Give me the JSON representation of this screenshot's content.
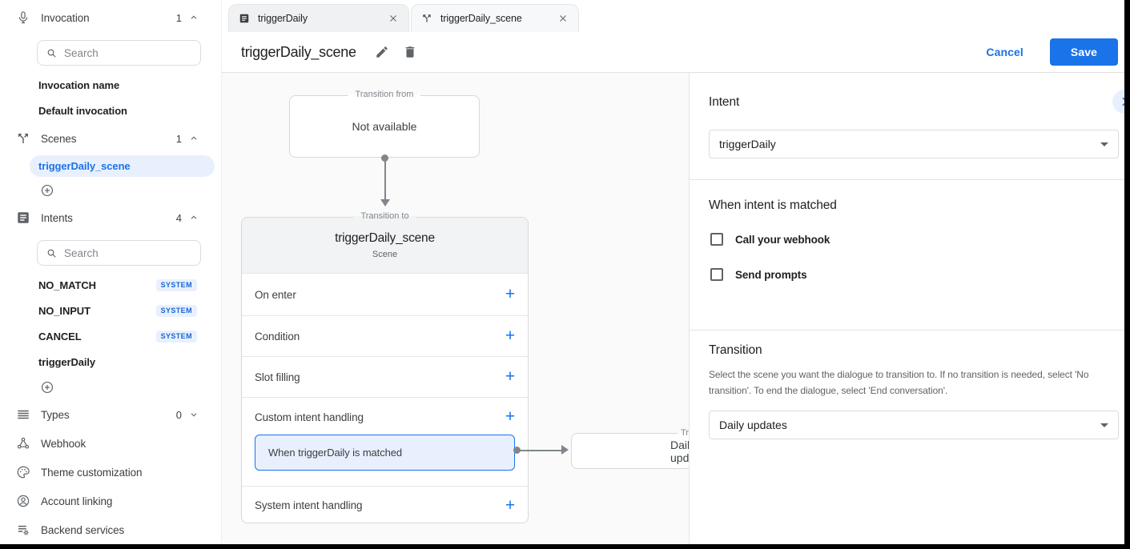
{
  "colors": {
    "accent": "#1a73e8",
    "selection_bg": "#e8f0fe",
    "badge_bg": "#e8f0fe",
    "badge_text": "#1967d2",
    "canvas_bg": "#fafafa",
    "border": "#dadce0",
    "text_primary": "#202124",
    "text_secondary": "#5f6368"
  },
  "sidebar": {
    "search_placeholder": "Search",
    "invocation": {
      "label": "Invocation",
      "count": "1"
    },
    "invocation_items": [
      {
        "label": "Invocation name"
      },
      {
        "label": "Default invocation"
      }
    ],
    "scenes": {
      "label": "Scenes",
      "count": "1",
      "items": [
        {
          "label": "triggerDaily_scene"
        }
      ]
    },
    "intents": {
      "label": "Intents",
      "count": "4",
      "items": [
        {
          "label": "NO_MATCH",
          "badge": "SYSTEM"
        },
        {
          "label": "NO_INPUT",
          "badge": "SYSTEM"
        },
        {
          "label": "CANCEL",
          "badge": "SYSTEM"
        },
        {
          "label": "triggerDaily"
        }
      ]
    },
    "types": {
      "label": "Types",
      "count": "0"
    },
    "webhook": {
      "label": "Webhook"
    },
    "theme": {
      "label": "Theme customization"
    },
    "account": {
      "label": "Account linking"
    },
    "backend": {
      "label": "Backend services"
    }
  },
  "tabs": [
    {
      "label": "triggerDaily"
    },
    {
      "label": "triggerDaily_scene"
    }
  ],
  "header": {
    "title": "triggerDaily_scene",
    "cancel": "Cancel",
    "save": "Save"
  },
  "diagram": {
    "from_box": {
      "legend": "Transition from",
      "text": "Not available"
    },
    "to_box": {
      "legend": "Transition to",
      "title": "triggerDaily_scene",
      "subtitle": "Scene",
      "add": "+",
      "rows": [
        {
          "label": "On enter"
        },
        {
          "label": "Condition"
        },
        {
          "label": "Slot filling"
        },
        {
          "label": "Custom intent handling"
        },
        {
          "label": "System intent handling"
        }
      ],
      "chip": "When triggerDaily is matched"
    },
    "next_box": {
      "legend": "Transition to",
      "text": "Daily updates"
    }
  },
  "panel": {
    "intent_heading": "Intent",
    "intent_value": "triggerDaily",
    "matched_heading": "When intent is matched",
    "webhook_checkbox": "Call your webhook",
    "prompts_checkbox": "Send prompts",
    "transition_heading": "Transition",
    "transition_description": "Select the scene you want the dialogue to transition to. If no transition is needed, select 'No transition'. To end the dialogue, select 'End conversation'.",
    "transition_value": "Daily updates"
  }
}
